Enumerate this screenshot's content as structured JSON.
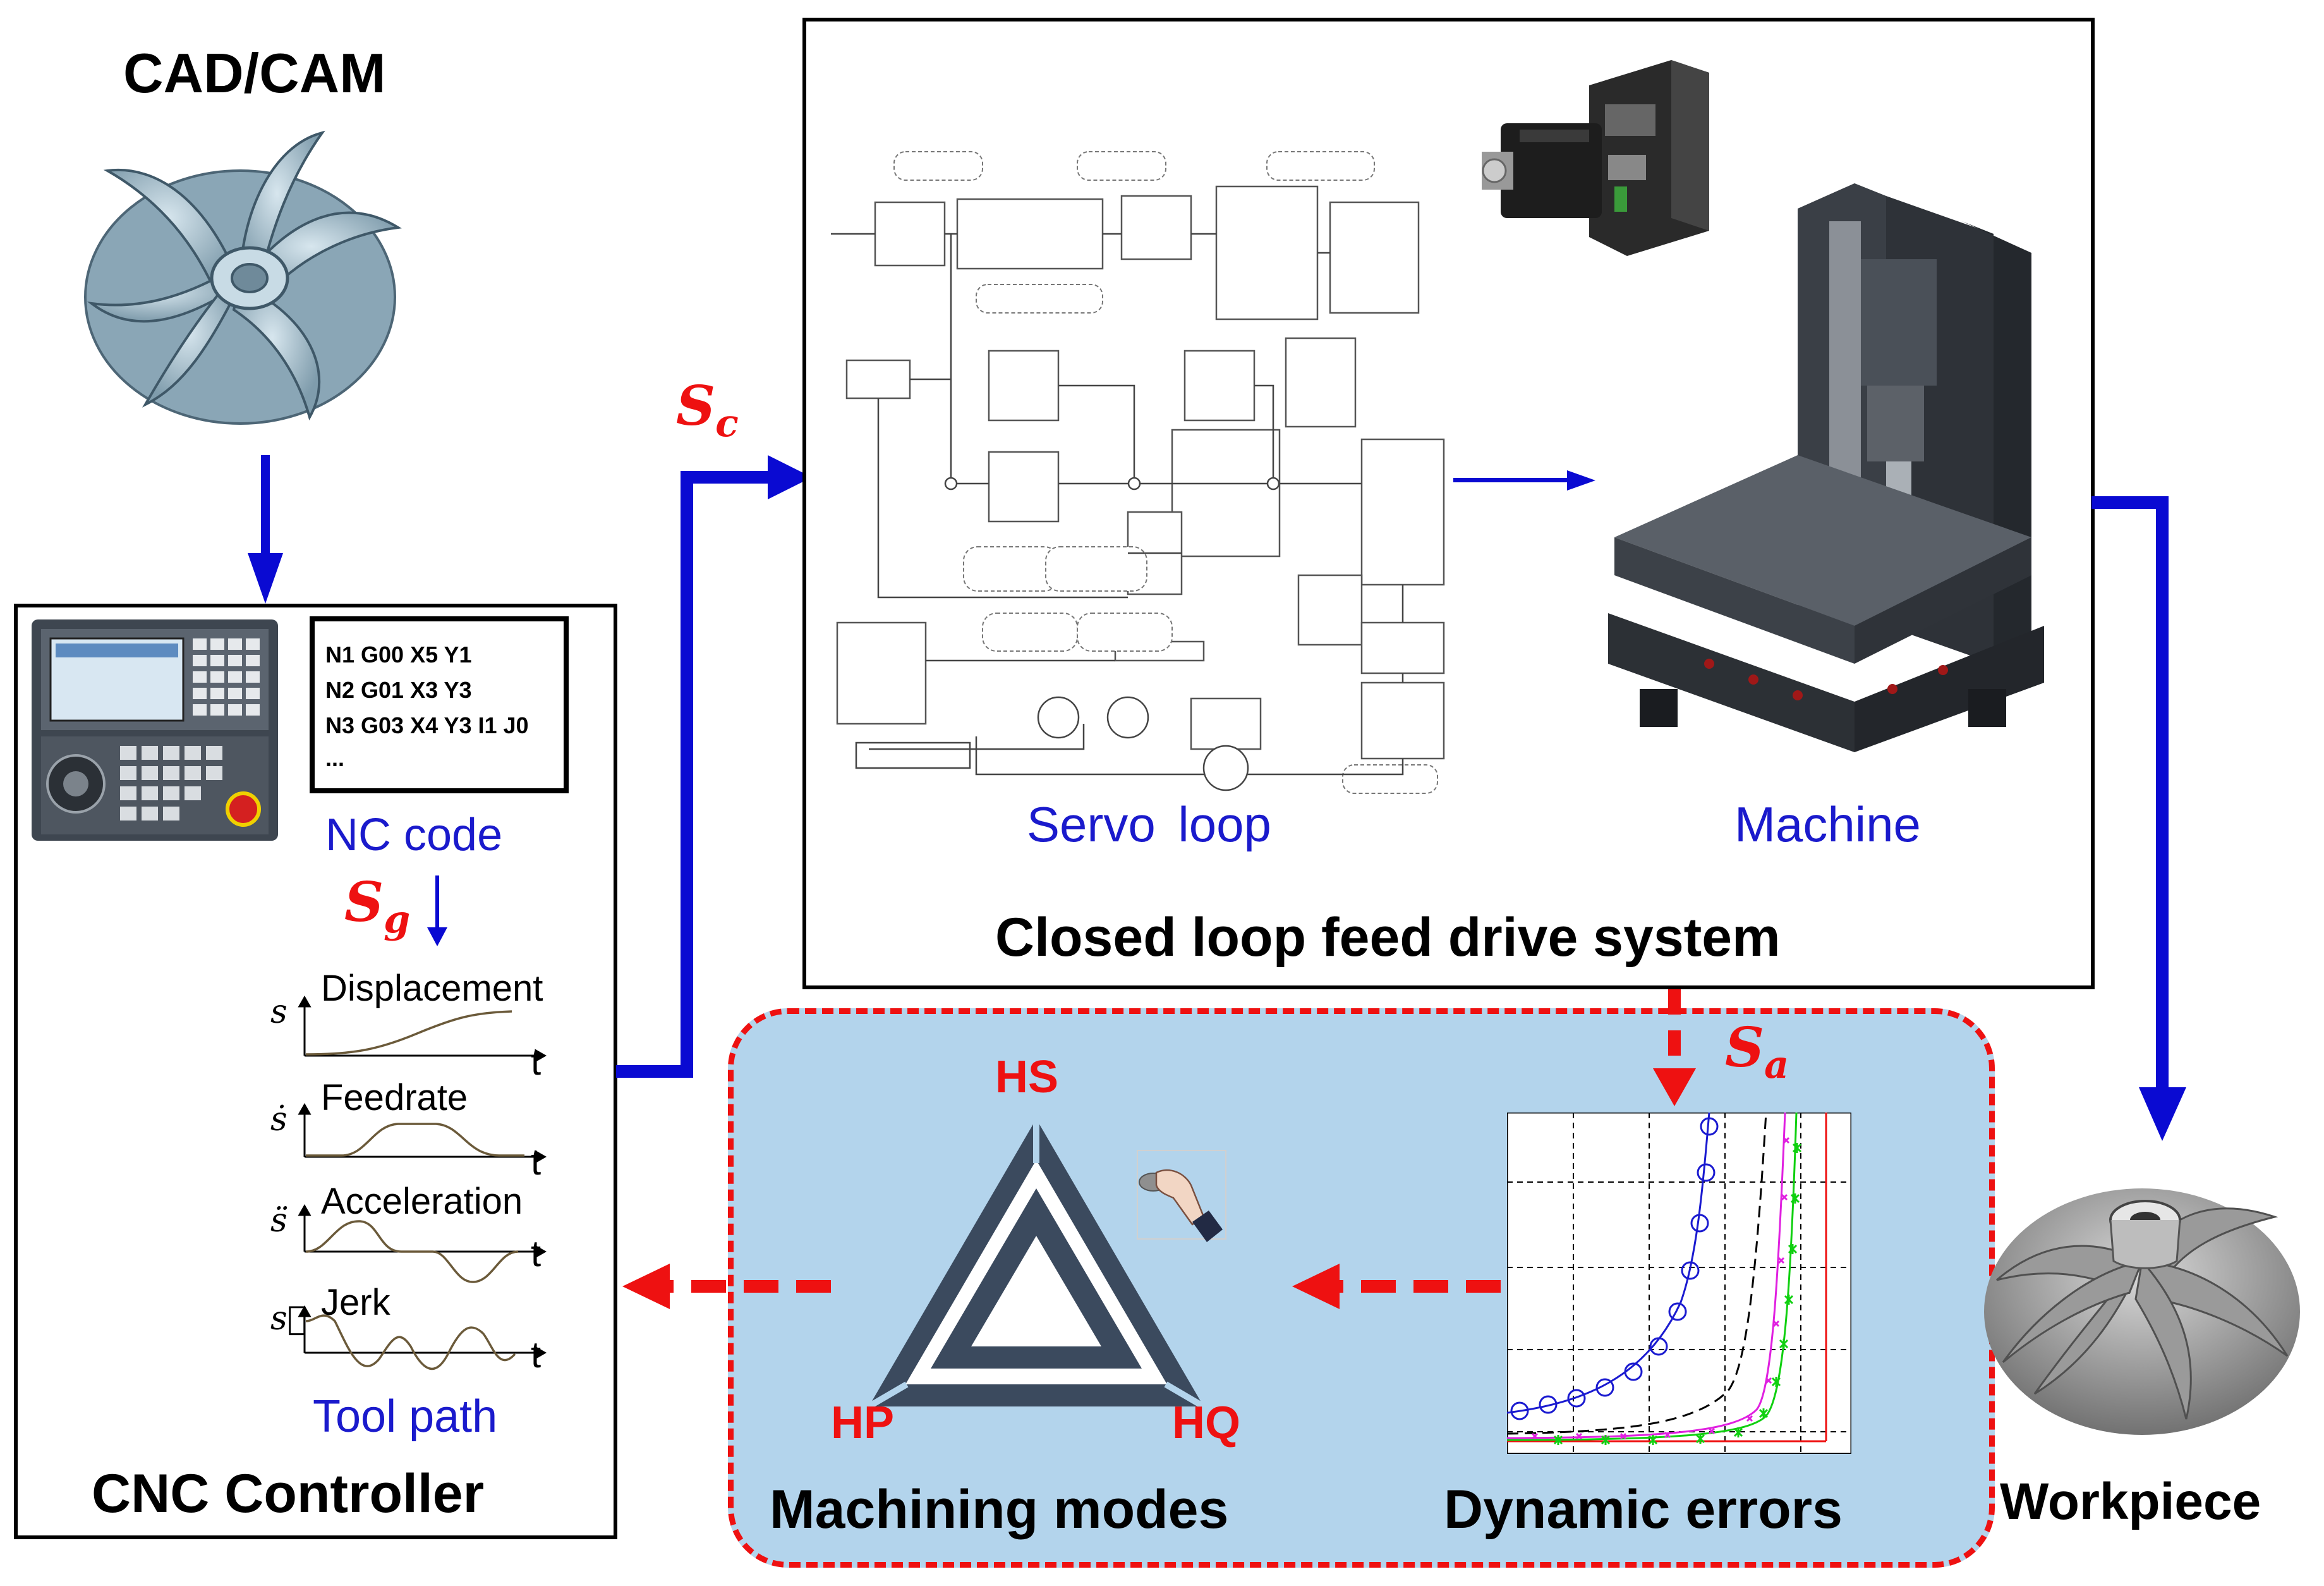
{
  "cadcam": {
    "title": "CAD/CAM"
  },
  "cnc": {
    "title": "CNC Controller",
    "nc_code_label": "NC code",
    "code_lines": [
      "N1 G00 X5 Y1",
      "N2 G01 X3 Y3",
      "N3 G03 X4 Y3 I1 J0",
      "..."
    ],
    "tool_path_label": "Tool path",
    "profiles": [
      {
        "symbol": "s",
        "label": "Displacement"
      },
      {
        "symbol": "ṡ",
        "label": "Feedrate"
      },
      {
        "symbol": "s̈",
        "label": "Acceleration"
      },
      {
        "symbol": "s⃛",
        "label": "Jerk"
      }
    ],
    "time_axis": "t"
  },
  "feed_drive": {
    "title": "Closed loop feed drive system",
    "servo_label": "Servo loop",
    "machine_label": "Machine"
  },
  "signals": {
    "sc": "S",
    "sc_sub": "c",
    "sg": "S",
    "sg_sub": "g",
    "sa": "S",
    "sa_sub": "a"
  },
  "modes": {
    "title": "Machining modes",
    "hs": "HS",
    "hp": "HP",
    "hq": "HQ"
  },
  "errors": {
    "title": "Dynamic errors"
  },
  "workpiece": {
    "title": "Workpiece"
  },
  "colors": {
    "flow_arrow": "#0a0ad2",
    "feedback_arrow": "#ee1111",
    "panel_fill": "#b3d4ec",
    "triangle": "#3b4a5e"
  }
}
